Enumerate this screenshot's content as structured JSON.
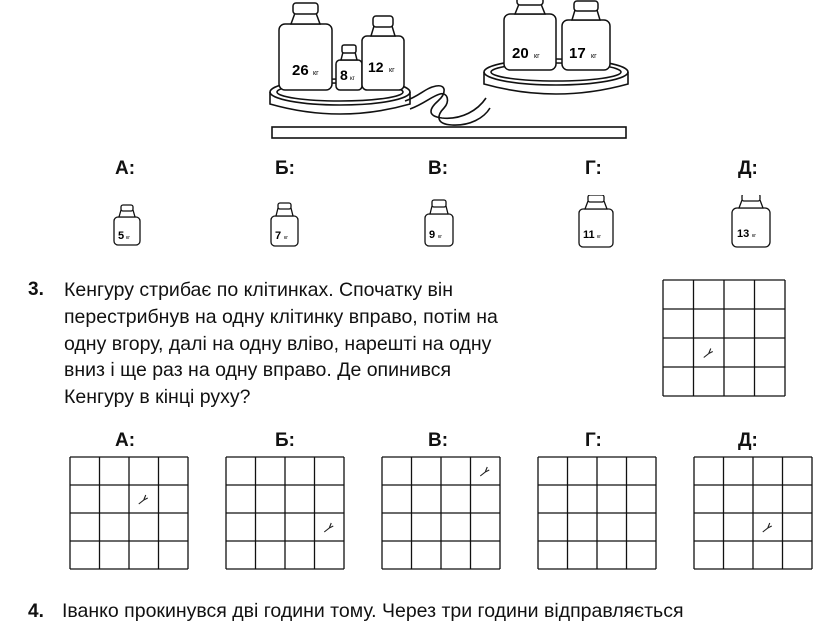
{
  "balance": {
    "left_weights": [
      {
        "value": "26",
        "unit": "кг"
      },
      {
        "value": "8",
        "unit": "кг"
      },
      {
        "value": "12",
        "unit": "кг"
      }
    ],
    "right_weights": [
      {
        "value": "20",
        "unit": "кг"
      },
      {
        "value": "17",
        "unit": "кг"
      }
    ]
  },
  "q2_options": [
    {
      "letter": "А:",
      "value": "5",
      "unit": "кг"
    },
    {
      "letter": "Б:",
      "value": "7",
      "unit": "кг"
    },
    {
      "letter": "В:",
      "value": "9",
      "unit": "кг"
    },
    {
      "letter": "Г:",
      "value": "11",
      "unit": "кг"
    },
    {
      "letter": "Д:",
      "value": "13",
      "unit": "кг"
    }
  ],
  "q3": {
    "number": "3.",
    "lines": [
      "Кенгуру стрибає по клітинках. Спочатку він",
      "перестрибнув на одну клітинку вправо, потім на",
      "одну вгору, далі на одну вліво, нарешті на одну",
      "вниз і ще раз на одну вправо. Де опинився",
      "Кенгуру в кінці руху?"
    ],
    "grid_start": {
      "row": 3,
      "col": 2
    },
    "options": [
      {
        "letter": "А:",
        "row": 2,
        "col": 3
      },
      {
        "letter": "Б:",
        "row": 3,
        "col": 4
      },
      {
        "letter": "В:",
        "row": 1,
        "col": 4
      },
      {
        "letter": "Г:",
        "row": 0,
        "col": 0
      },
      {
        "letter": "Д:",
        "row": 3,
        "col": 3
      }
    ]
  },
  "q4": {
    "number": "4.",
    "text": "Іванко прокинувся дві години тому. Через три години відправляється"
  }
}
